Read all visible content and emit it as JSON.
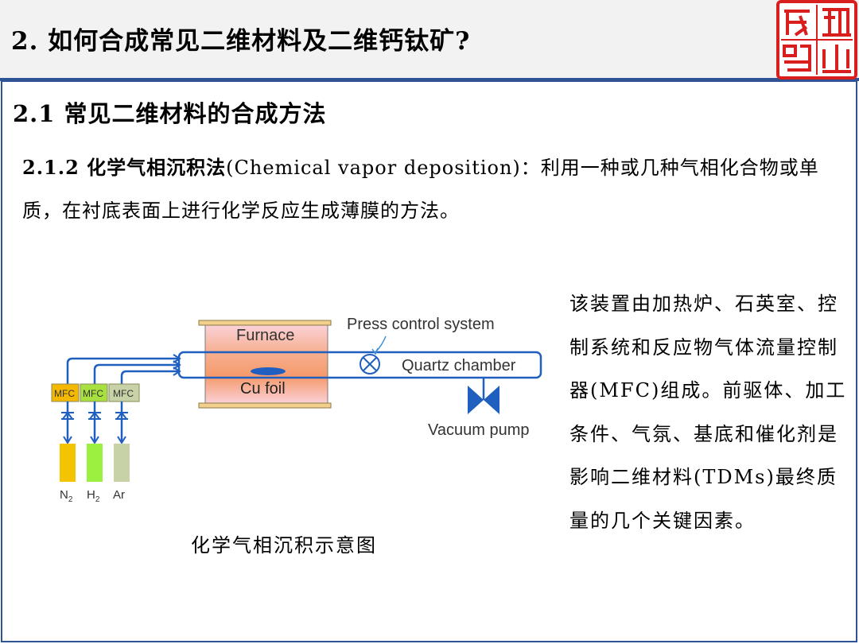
{
  "header": {
    "title": "2. 如何合成常见二维材料及二维钙钛矿?",
    "logo_text": "成研课堂"
  },
  "section": {
    "title": "2.1 常见二维材料的合成方法"
  },
  "subsection": {
    "lead": "2.1.2 化学气相沉积法",
    "body": "(Chemical vapor deposition)：利用一种或几种气相化合物或单质，在衬底表面上进行化学反应生成薄膜的方法。"
  },
  "diagram": {
    "furnace_label": "Furnace",
    "press_label": "Press control system",
    "chamber_label": "Quartz chamber",
    "foil_label": "Cu foil",
    "pump_label": "Vacuum pump",
    "mfc_label": "MFC",
    "gases": [
      "N",
      "H",
      "Ar"
    ],
    "gas_subscript": "2",
    "colors": {
      "tube": "#1f5fbf",
      "furnace_top": "#f7b9c8",
      "furnace_mid": "#f6a27a",
      "mfc_orange": "#f5b800",
      "mfc_green": "#a8e040",
      "mfc_gray": "#c7d3a6",
      "cyl_orange": "#f5c400",
      "cyl_green": "#9cf040",
      "cyl_gray": "#c7d3a6"
    }
  },
  "caption": "化学气相沉积示意图",
  "side_text": "该装置由加热炉、石英室、控制系统和反应物气体流量控制器(MFC)组成。前驱体、加工条件、气氛、基底和催化剂是影响二维材料(TDMs)最终质量的几个关键因素。"
}
